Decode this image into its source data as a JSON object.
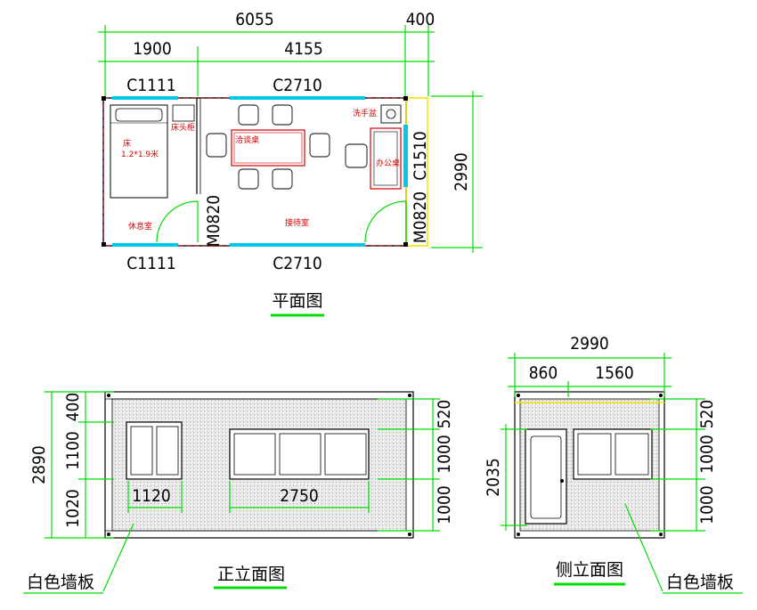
{
  "plan": {
    "title": "平面图",
    "dims": {
      "total_length": "6055",
      "end_offset": "400",
      "left_room_length": "1900",
      "right_room_length": "4155",
      "width": "2990"
    },
    "openings": {
      "top_left_window": "C1111",
      "top_window": "C2710",
      "bottom_left_window": "C1111",
      "bottom_window": "C2710",
      "inner_door": "M0820",
      "entry_door": "M0820",
      "side_window": "C1510"
    },
    "rooms": {
      "bed": "床",
      "bed_size": "1.2*1.9米",
      "nightstand": "床头柜",
      "rest_room": "休息室",
      "meeting_table": "洽谈桌",
      "reception": "接待室",
      "wash_basin": "洗手盆",
      "office_desk": "办公桌"
    }
  },
  "front_elevation": {
    "title": "正立面图",
    "callout": "白色墙板",
    "dims": {
      "total_height": "2890",
      "left_top": "400",
      "left_window": "1100",
      "left_bottom": "1020",
      "right_top": "520",
      "right_window": "1000",
      "right_bottom": "1000",
      "window_small_width": "1120",
      "window_large_width": "2750"
    }
  },
  "side_elevation": {
    "title": "侧立面图",
    "callout": "白色墙板",
    "dims": {
      "total_width": "2990",
      "door_width": "860",
      "window_width": "1560",
      "door_height": "2035",
      "right_top": "520",
      "right_window": "1000",
      "right_bottom": "1000"
    }
  },
  "colors": {
    "dimension": "#00dd00",
    "label": "#d40000",
    "glass": "#00c8e8",
    "highlight": "#f0e600",
    "panel": "#e8e8e8"
  }
}
